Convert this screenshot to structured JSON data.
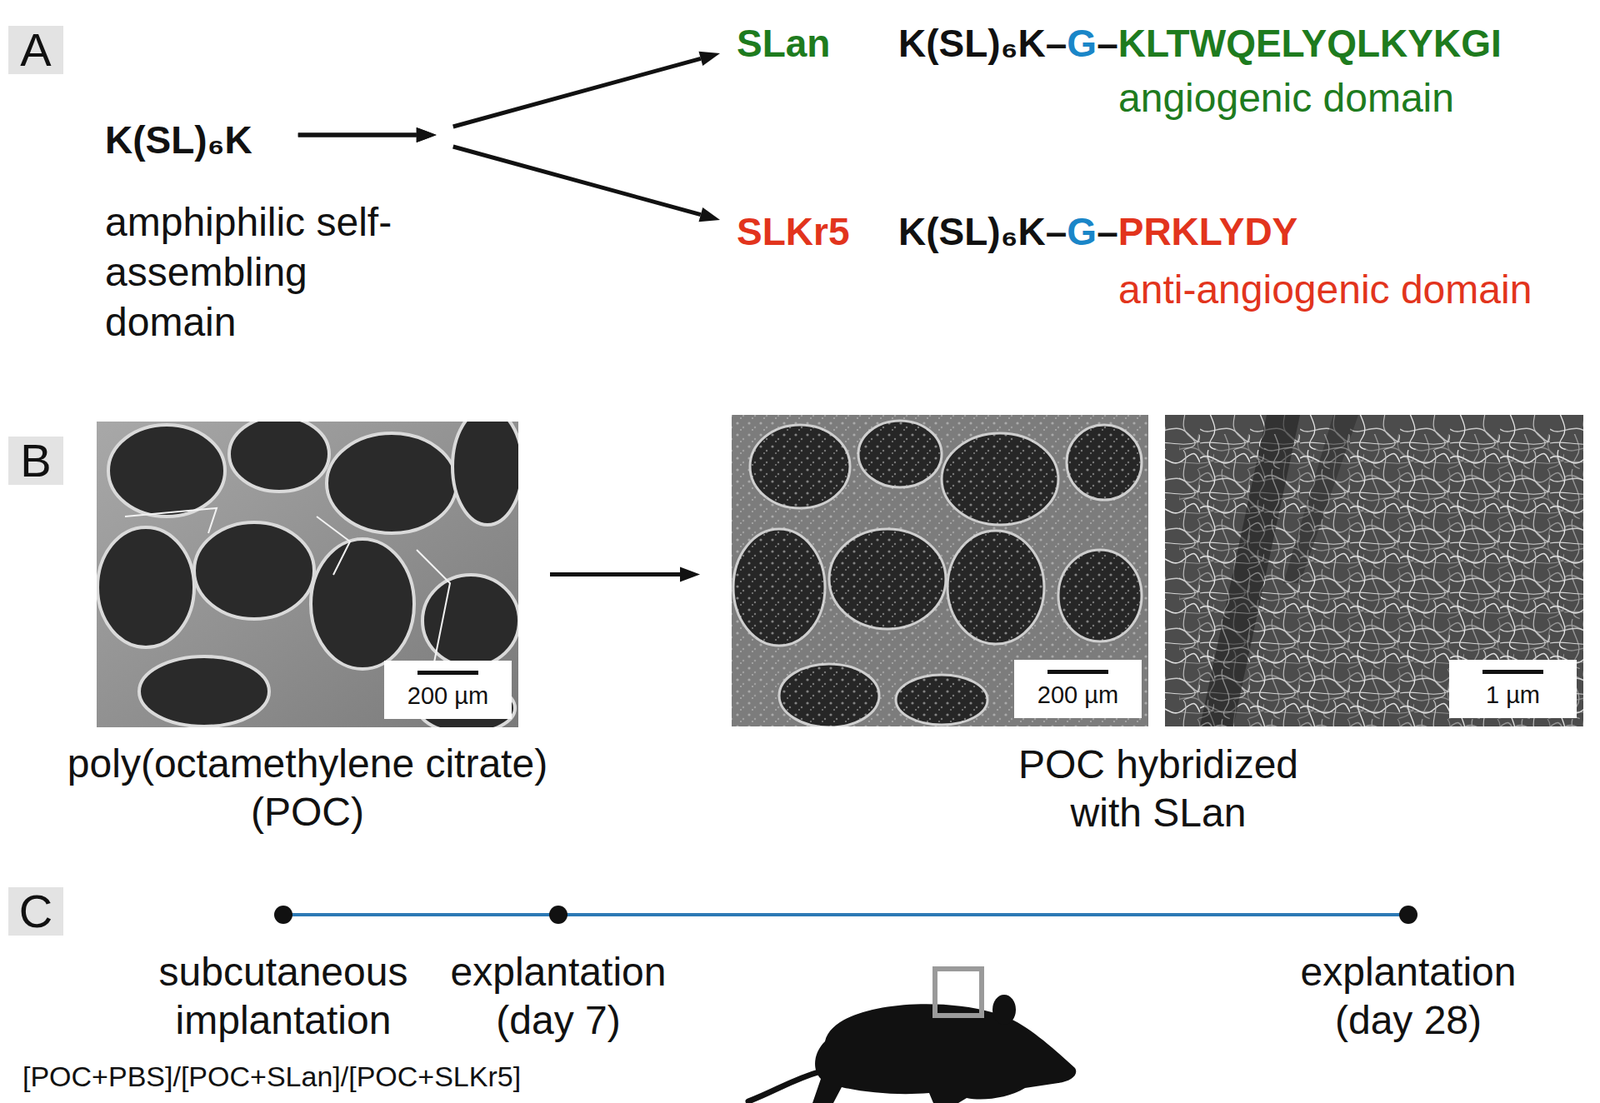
{
  "diagram": {
    "nodes": [
      {
        "text": [
          "K(SL)₆K"
        ]
      },
      {
        "text": [
          "SLan",
          "K(SL)₆K",
          "–",
          "G",
          "–",
          "KLTWQELYQLKYKGI",
          "angiogenic domain"
        ]
      },
      {
        "text": [
          "SLKr5",
          "K(SL)₆K",
          "–",
          "G",
          "–",
          "PRKLYDY",
          "anti-angiogenic domain"
        ]
      },
      {
        "text": [
          "200 µm",
          "poly(octamethylene citrate) (POC)"
        ]
      },
      {
        "text": [
          "200 µm"
        ]
      },
      {
        "text": [
          "1 µm"
        ]
      }
    ],
    "edges": [
      {
        "from": 0,
        "to": 1,
        "arrow": "to"
      },
      {
        "from": 0,
        "to": 2,
        "arrow": "to"
      },
      {
        "from": 3,
        "to": 4,
        "arrow": "to"
      }
    ],
    "labels": [
      "A",
      "amphiphilic self-assembling domain",
      "B",
      "POC hybridized with SLan",
      "C",
      "subcutaneous implantation",
      "explantation (day 7)",
      "explantation (day 28)",
      "[POC+PBS]/[POC+SLan]/[POC+SLKr5]"
    ]
  }
}
